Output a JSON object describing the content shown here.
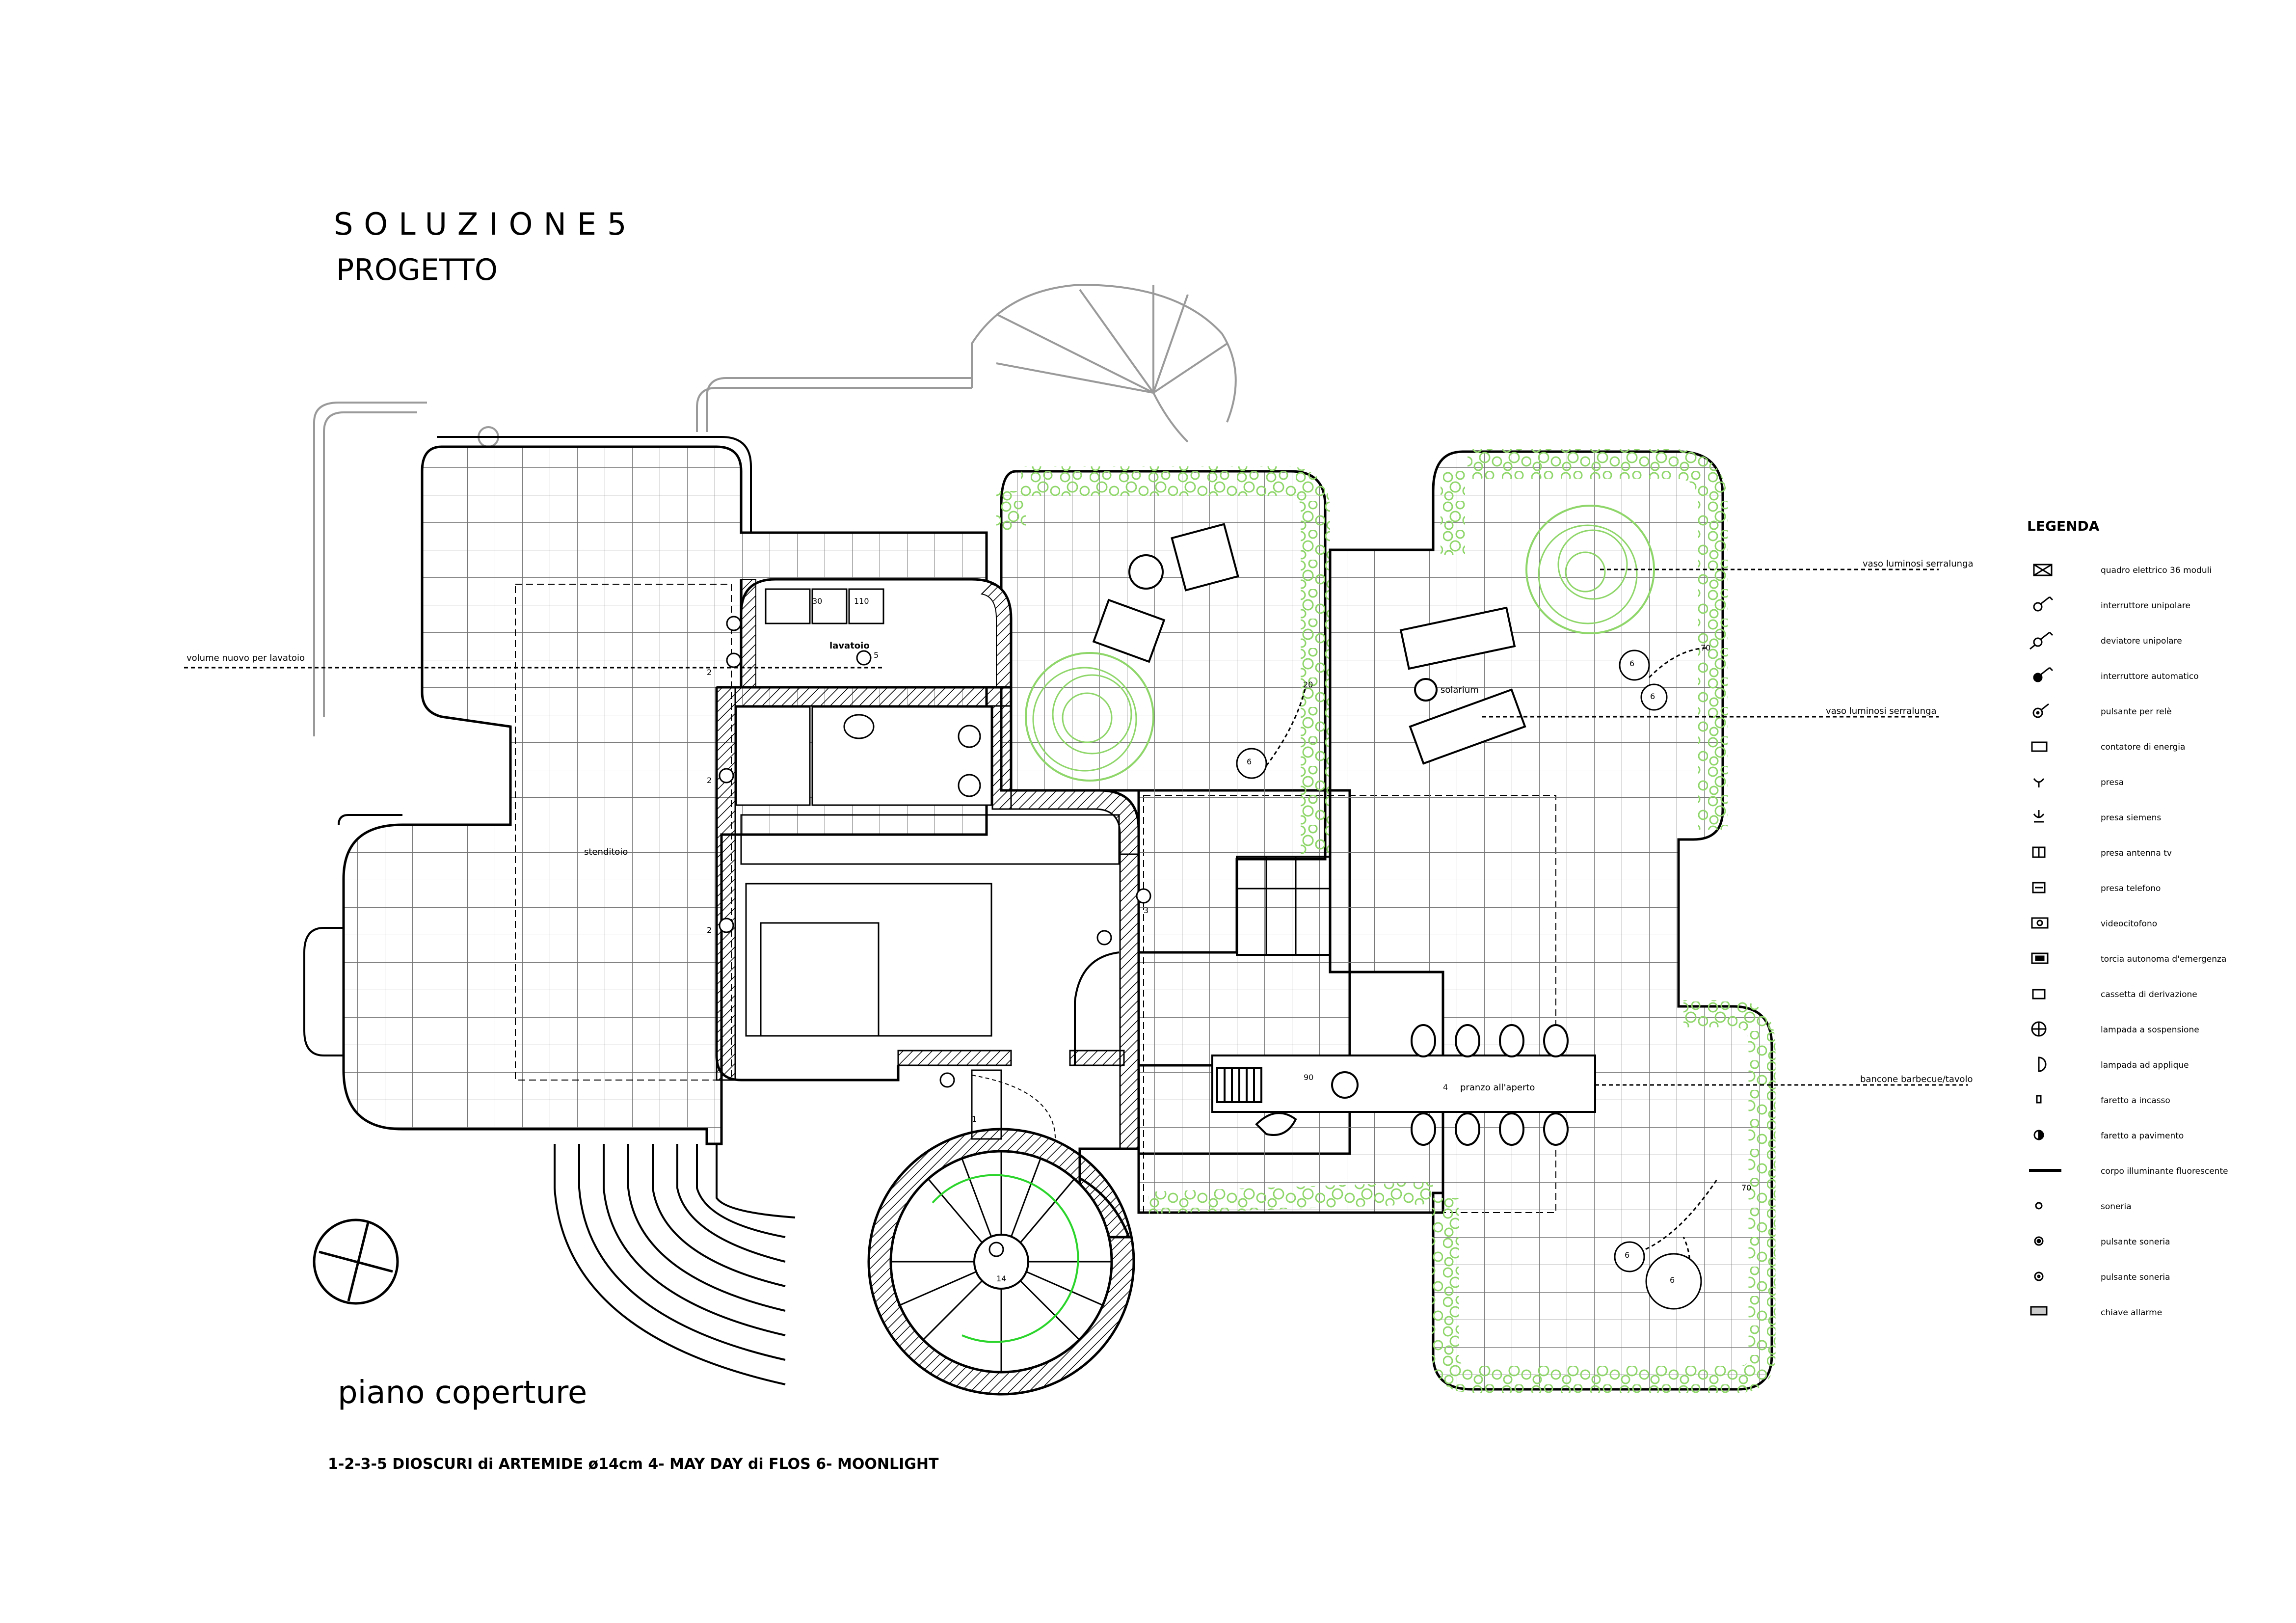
{
  "header": {
    "title": "SOLUZIONE5",
    "subtitle": "PROGETTO"
  },
  "plan": {
    "name": "piano coperture",
    "fixtures_note": "1-2-3-5  DIOSCURI di ARTEMIDE  ø14cm 4- MAY DAY  di FLOS  6- MOONLIGHT"
  },
  "annotations": {
    "volume_nuovo": "volume nuovo per lavatoio",
    "lavatoio": "lavatoio",
    "stenditoio": "stenditoio",
    "solarium": "solarium",
    "pranzo": "pranzo all'aperto",
    "vaso_1": "vaso luminosi serralunga",
    "vaso_2": "vaso luminosi serralunga",
    "bancone": "bancone barbecue/tavolo"
  },
  "legend": {
    "title": "LEGENDA",
    "items": [
      {
        "label": "quadro elettrico 36 moduli",
        "icon": "electrical-panel-icon"
      },
      {
        "label": "interruttore unipolare",
        "icon": "single-pole-switch-icon"
      },
      {
        "label": "deviatore unipolare",
        "icon": "two-way-switch-icon"
      },
      {
        "label": "interruttore automatico",
        "icon": "circuit-breaker-icon"
      },
      {
        "label": "pulsante per relè",
        "icon": "relay-button-icon"
      },
      {
        "label": "contatore di energia",
        "icon": "energy-meter-icon"
      },
      {
        "label": "presa",
        "icon": "socket-icon"
      },
      {
        "label": "presa siemens",
        "icon": "siemens-socket-icon"
      },
      {
        "label": "presa antenna tv",
        "icon": "tv-socket-icon"
      },
      {
        "label": "presa telefono",
        "icon": "phone-socket-icon"
      },
      {
        "label": "videocitofono",
        "icon": "video-intercom-icon"
      },
      {
        "label": "torcia autonoma d'emergenza",
        "icon": "emergency-torch-icon"
      },
      {
        "label": "cassetta di derivazione",
        "icon": "junction-box-icon"
      },
      {
        "label": "lampada a sospensione",
        "icon": "pendant-lamp-icon"
      },
      {
        "label": "lampada ad applique",
        "icon": "wall-lamp-icon"
      },
      {
        "label": "faretto a incasso",
        "icon": "recessed-spot-icon"
      },
      {
        "label": "faretto a pavimento",
        "icon": "floor-spot-icon"
      },
      {
        "label": "corpo illuminante fluorescente",
        "icon": "fluorescent-light-icon"
      },
      {
        "label": "soneria",
        "icon": "bell-icon"
      },
      {
        "label": "pulsante soneria",
        "icon": "bell-button-icon"
      },
      {
        "label": "pulsante soneria",
        "icon": "bell-button-alt-icon"
      },
      {
        "label": "chiave allarme",
        "icon": "alarm-key-icon"
      }
    ]
  },
  "labels": {
    "num_1": "1",
    "num_2": "2",
    "num_3": "3",
    "num_4": "4",
    "num_5": "5",
    "num_6": "6",
    "num_14": "14",
    "num_20": "20",
    "num_30": "30",
    "num_70": "70",
    "num_90": "90",
    "num_110": "110"
  },
  "colors": {
    "line": "#000000",
    "context": "#9a9a9a",
    "vegetation": "#8fd66a",
    "grid": "#777777"
  }
}
